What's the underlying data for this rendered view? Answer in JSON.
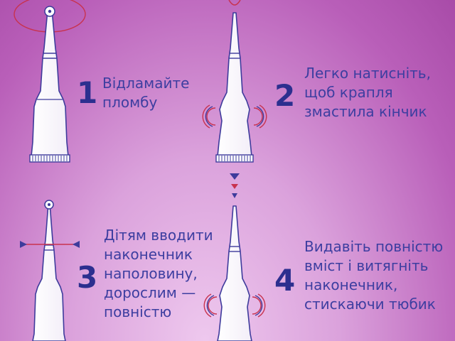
{
  "steps": [
    {
      "number": "1",
      "lines": [
        "Відламайте",
        "пломбу"
      ]
    },
    {
      "number": "2",
      "lines": [
        "Легко натисніть,",
        "щоб крапля",
        "змастила кінчик"
      ]
    },
    {
      "number": "3",
      "lines": [
        "Дітям вводити",
        "наконечник",
        "наполовину,",
        "дорослим —",
        "повністю"
      ]
    },
    {
      "number": "4",
      "lines": [
        "Видавіть повністю",
        "вміст і витягніть",
        "наконечник,",
        "стискаючи тюбик"
      ]
    }
  ],
  "colors": {
    "text": "#3d3ea0",
    "number": "#2c2f8f",
    "accent_red": "#c8324e",
    "accent_blue": "#3e3b9c"
  }
}
